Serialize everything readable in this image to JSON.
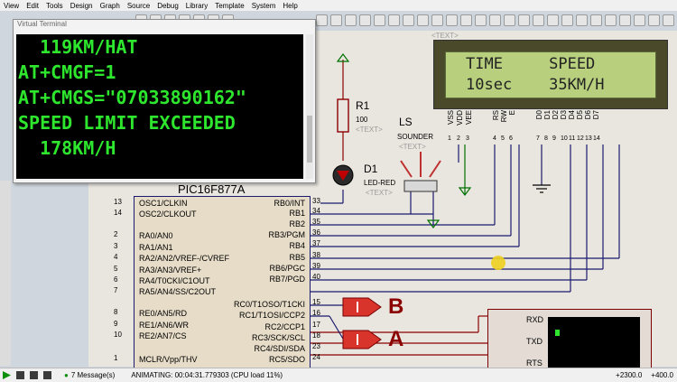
{
  "menu": [
    "View",
    "Edit",
    "Tools",
    "Design",
    "Graph",
    "Source",
    "Debug",
    "Library",
    "Template",
    "System",
    "Help"
  ],
  "terminal": {
    "title": "Virtual Terminal",
    "lines": [
      "  119KM/HAT",
      "AT+CMGF=1",
      "AT+CMGS=\"07033890162\"",
      "SPEED LIMIT EXCEEDED",
      "  178KM/H"
    ]
  },
  "lcd": {
    "line1": "TIME     SPEED",
    "line2": "10sec    35KM/H",
    "pins": [
      "VSS",
      "VDD",
      "VEE",
      "RS",
      "RW",
      "E",
      "D0",
      "D1",
      "D2",
      "D3",
      "D4",
      "D5",
      "D6",
      "D7"
    ],
    "pin_numbers": [
      "1",
      "2",
      "3",
      "4",
      "5",
      "6",
      "7",
      "8",
      "9",
      "10",
      "11",
      "12",
      "13",
      "14"
    ],
    "ref": "<TEXT>"
  },
  "resistor": {
    "ref": "R1",
    "value": "100",
    "text": "<TEXT>"
  },
  "led": {
    "ref": "D1",
    "value": "LED-RED",
    "text": "<TEXT>"
  },
  "sounder": {
    "ref": "LS",
    "value": "SOUNDER",
    "text": "<TEXT>"
  },
  "mcu": {
    "name": "PIC16F877A",
    "left_pins": [
      {
        "num": "13",
        "name": "OSC1/CLKIN"
      },
      {
        "num": "14",
        "name": "OSC2/CLKOUT"
      },
      {
        "num": "2",
        "name": "RA0/AN0"
      },
      {
        "num": "3",
        "name": "RA1/AN1"
      },
      {
        "num": "4",
        "name": "RA2/AN2/VREF-/CVREF"
      },
      {
        "num": "5",
        "name": "RA3/AN3/VREF+"
      },
      {
        "num": "6",
        "name": "RA4/T0CKI/C1OUT"
      },
      {
        "num": "7",
        "name": "RA5/AN4/SS/C2OUT"
      },
      {
        "num": "8",
        "name": "RE0/AN5/RD"
      },
      {
        "num": "9",
        "name": "RE1/AN6/WR"
      },
      {
        "num": "10",
        "name": "RE2/AN7/CS"
      },
      {
        "num": "1",
        "name": "MCLR/Vpp/THV"
      }
    ],
    "right_pins": [
      {
        "num": "33",
        "name": "RB0/INT"
      },
      {
        "num": "34",
        "name": "RB1"
      },
      {
        "num": "35",
        "name": "RB2"
      },
      {
        "num": "36",
        "name": "RB3/PGM"
      },
      {
        "num": "37",
        "name": "RB4"
      },
      {
        "num": "38",
        "name": "RB5"
      },
      {
        "num": "39",
        "name": "RB6/PGC"
      },
      {
        "num": "40",
        "name": "RB7/PGD"
      },
      {
        "num": "15",
        "name": "RC0/T1OSO/T1CKI"
      },
      {
        "num": "16",
        "name": "RC1/T1OSI/CCP2"
      },
      {
        "num": "17",
        "name": "RC2/CCP1"
      },
      {
        "num": "18",
        "name": "RC3/SCK/SCL"
      },
      {
        "num": "23",
        "name": "RC4/SDI/SDA"
      },
      {
        "num": "24",
        "name": "RC5/SDO"
      }
    ]
  },
  "buttons": {
    "b": "B",
    "a": "A"
  },
  "serial": {
    "rxd": "RXD",
    "txd": "TXD",
    "rts": "RTS"
  },
  "status": {
    "messages": "7 Message(s)",
    "animating": "ANIMATING: 00:04:31.779303 (CPU load 11%)",
    "coord_x": "+2300.0",
    "coord_y": "+400.0"
  },
  "colors": {
    "terminal_text": "#2ee62e",
    "lcd_bg": "#b8d07e",
    "wire": "#1a1a6e",
    "button_red": "#d9342b"
  }
}
